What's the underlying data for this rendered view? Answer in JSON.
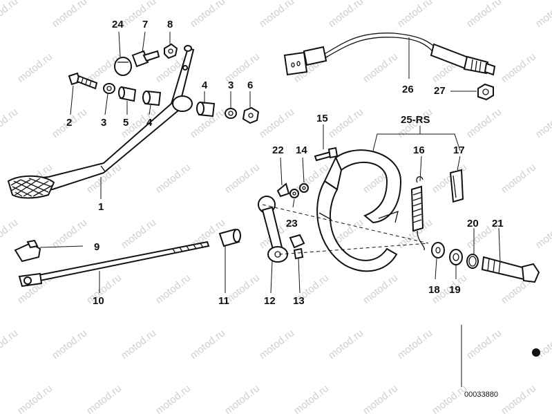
{
  "watermark": "motod.ru",
  "reference_code": "00033880",
  "callouts": {
    "c1": "1",
    "c2": "2",
    "c3a": "3",
    "c3b": "3",
    "c4a": "4",
    "c4b": "4",
    "c5": "5",
    "c6": "6",
    "c7": "7",
    "c8": "8",
    "c9": "9",
    "c10": "10",
    "c11": "11",
    "c12": "12",
    "c13": "13",
    "c14": "14",
    "c15": "15",
    "c16": "16",
    "c17": "17",
    "c18": "18",
    "c19": "19",
    "c20": "20",
    "c21": "21",
    "c22": "22",
    "c23": "23",
    "c24": "24",
    "c25": "25-RS",
    "c26": "26",
    "c27": "27"
  }
}
